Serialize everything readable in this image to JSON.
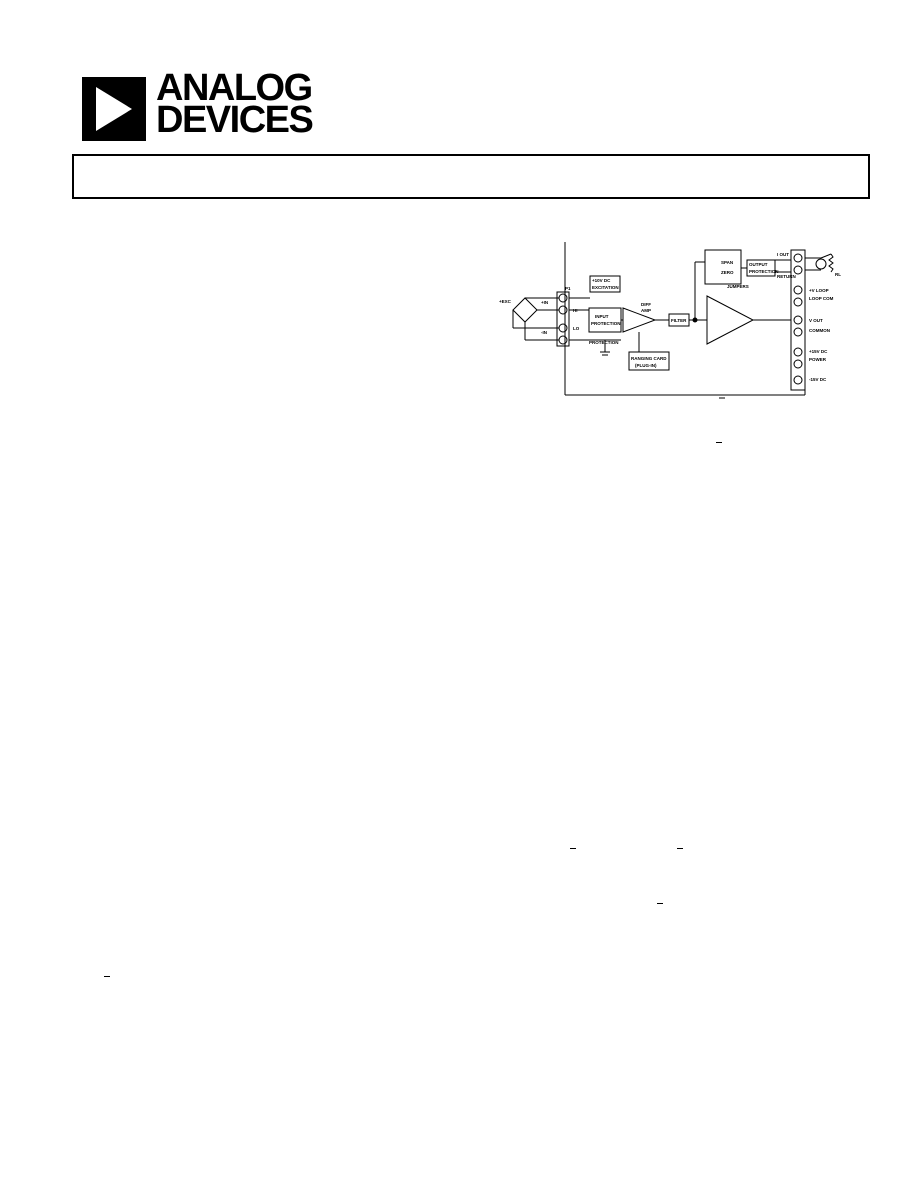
{
  "header": {
    "logo": {
      "line1": "ANALOG",
      "line2": "DEVICES"
    }
  },
  "diagram": {
    "labels": {
      "exc": "+EXC",
      "bridge_in_pos": "+IN",
      "bridge_in_neg": "-IN",
      "in_hi": "HI",
      "in_lo": "LO",
      "p1": "P1",
      "excitation_l1": "+10V DC",
      "excitation_l2": "EXCITATION",
      "input_protection_l1": "INPUT",
      "input_protection_l2": "PROTECTION",
      "protection": "PROTECTION",
      "diff_amp_l1": "DIFF",
      "diff_amp_l2": "AMP",
      "filter": "FILTER",
      "ranging_card_l1": "RANGING CARD",
      "ranging_card_l2": "(PLUG-IN)",
      "span": "SPAN",
      "zero": "ZERO",
      "jumpers": "JUMPERS",
      "output_protection_l1": "OUTPUT",
      "output_protection_l2": "PROTECTION",
      "iout": "I OUT",
      "iout_return": "RETURN",
      "v_loop": "+V LOOP",
      "loop_com": "LOOP COM",
      "vout": "V OUT",
      "vout_common": "COMMON",
      "plus15": "+15V DC",
      "power_common": "POWER",
      "minus15": "-15V DC",
      "ri": "RL"
    }
  }
}
